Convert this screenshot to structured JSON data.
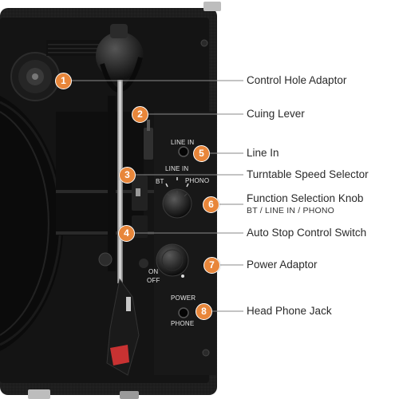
{
  "callouts": [
    {
      "number": "1",
      "label": "Control Hole Adaptor"
    },
    {
      "number": "2",
      "label": "Cuing Lever"
    },
    {
      "number": "5",
      "label": "Line In"
    },
    {
      "number": "3",
      "label": "Turntable Speed Selector"
    },
    {
      "number": "6",
      "label": "Function Selection Knob",
      "sub": "BT / LINE IN / PHONO"
    },
    {
      "number": "4",
      "label": "Auto Stop Control Switch"
    },
    {
      "number": "7",
      "label": "Power Adaptor"
    },
    {
      "number": "8",
      "label": "Head Phone Jack"
    }
  ],
  "panel_labels": {
    "line_in": "LINE IN",
    "bt": "BT",
    "line_in_2": "LINE IN",
    "phono": "PHONO",
    "on": "ON",
    "off": "OFF",
    "power": "POWER",
    "phone": "PHONE"
  },
  "colors": {
    "accent": "#e8863a",
    "body": "#1f1f1f",
    "plinth": "#151515",
    "leader": "#8a8a8a"
  }
}
